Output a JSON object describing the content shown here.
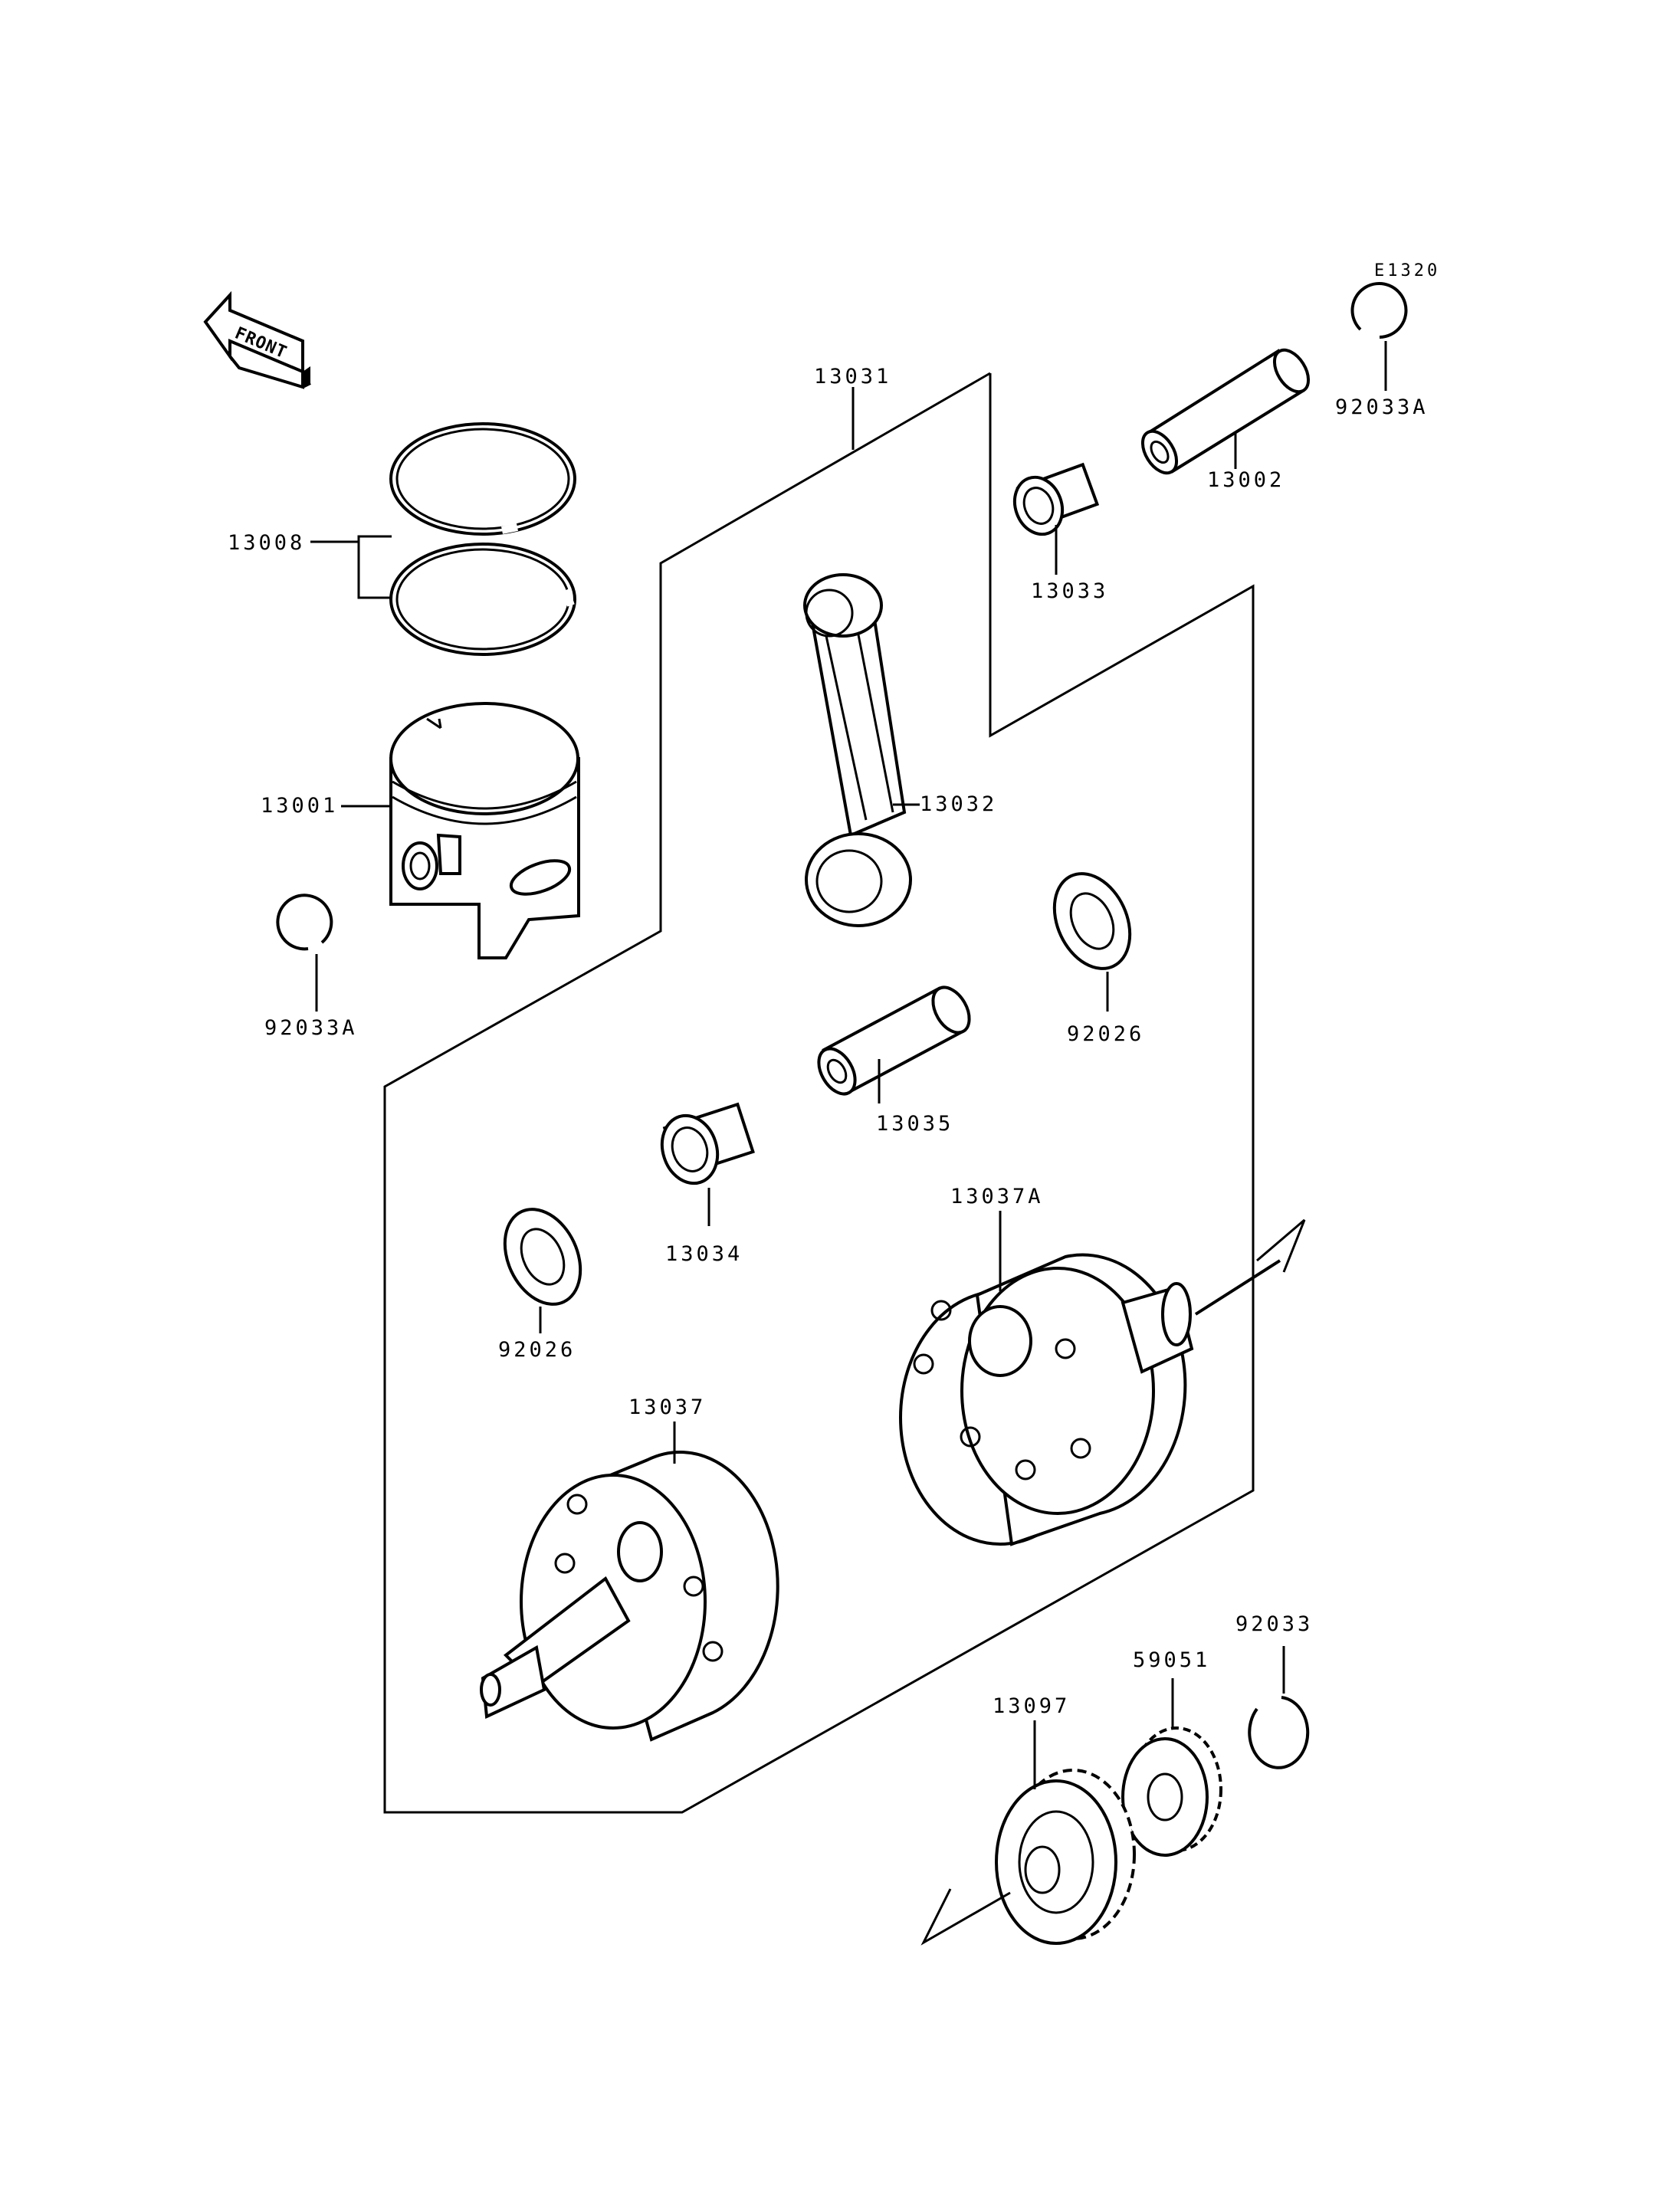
{
  "diagram": {
    "code": "E1320",
    "front_label": "FRONT",
    "parts": {
      "p13008": "13008",
      "p13001": "13001",
      "p92033A_left": "92033A",
      "p13031": "13031",
      "p13032": "13032",
      "p13033": "13033",
      "p13002": "13002",
      "p92033A_right": "92033A",
      "p92026_right": "92026",
      "p13035": "13035",
      "p13034": "13034",
      "p92026_left": "92026",
      "p13037A": "13037A",
      "p13037": "13037",
      "p92033": "92033",
      "p59051": "59051",
      "p13097": "13097"
    }
  }
}
